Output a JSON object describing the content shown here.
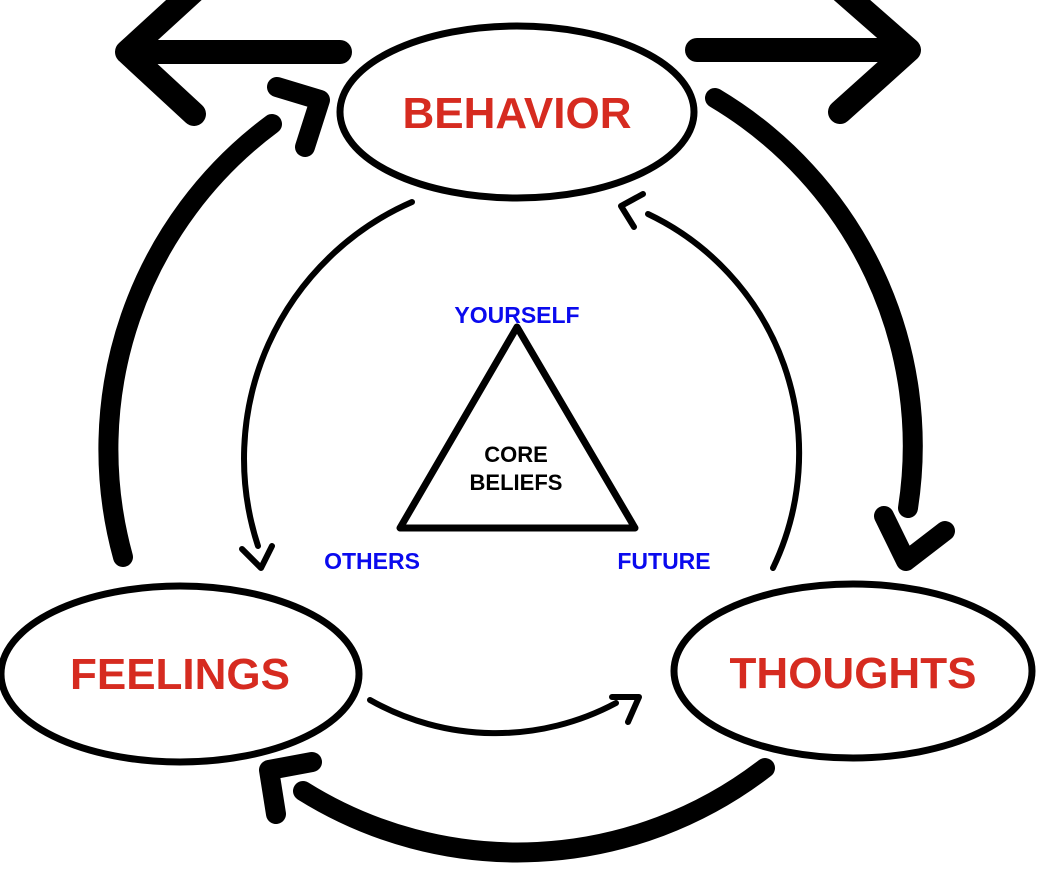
{
  "diagram": {
    "type": "cbt-cycle",
    "nodes": [
      {
        "id": "behavior",
        "label": "BEHAVIOR"
      },
      {
        "id": "feelings",
        "label": "FEELINGS"
      },
      {
        "id": "thoughts",
        "label": "THOUGHTS"
      }
    ],
    "core_beliefs": {
      "line1": "CORE",
      "line2": "BELIEFS"
    },
    "belief_domains": {
      "top": "YOURSELF",
      "bottom_left": "OTHERS",
      "bottom_right": "FUTURE"
    },
    "edges": [
      {
        "from": "feelings",
        "to": "behavior",
        "weight": "thick"
      },
      {
        "from": "behavior",
        "to": "thoughts",
        "weight": "thick"
      },
      {
        "from": "thoughts",
        "to": "feelings",
        "weight": "thick"
      },
      {
        "from": "behavior",
        "to": "feelings",
        "weight": "thin"
      },
      {
        "from": "feelings",
        "to": "thoughts",
        "weight": "thin"
      },
      {
        "from": "thoughts",
        "to": "behavior",
        "weight": "thin"
      },
      {
        "from": "behavior",
        "to": "outside-left",
        "weight": "thick"
      },
      {
        "from": "behavior",
        "to": "outside-right",
        "weight": "thick"
      }
    ],
    "colors": {
      "node_label": "#d62b20",
      "domain_label": "#0a0aee",
      "line": "#000000",
      "background": "#ffffff"
    }
  }
}
